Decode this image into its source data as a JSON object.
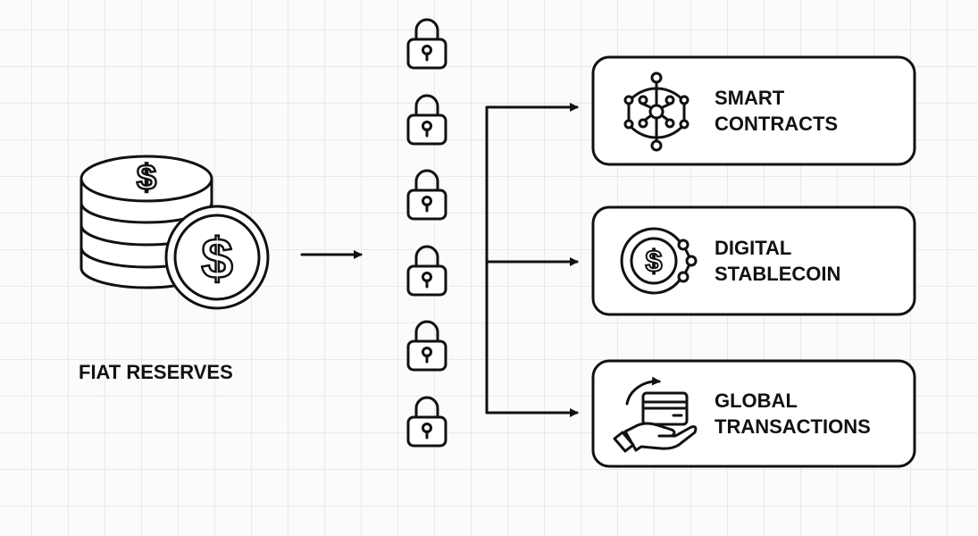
{
  "source": {
    "label": "FIAT RESERVES",
    "icon": "coin-stack-icon"
  },
  "vault": {
    "lock_count": 6,
    "icon": "padlock-icon"
  },
  "outputs": [
    {
      "line1": "SMART",
      "line2": "CONTRACTS",
      "icon": "network-nodes-icon"
    },
    {
      "line1": "DIGITAL",
      "line2": "STABLECOIN",
      "icon": "dollar-coin-nodes-icon"
    },
    {
      "line1": "GLOBAL",
      "line2": "TRANSACTIONS",
      "icon": "hand-card-transfer-icon"
    }
  ],
  "colors": {
    "stroke": "#111111",
    "background": "#fbfbfb",
    "grid": "#e9e9e9"
  }
}
